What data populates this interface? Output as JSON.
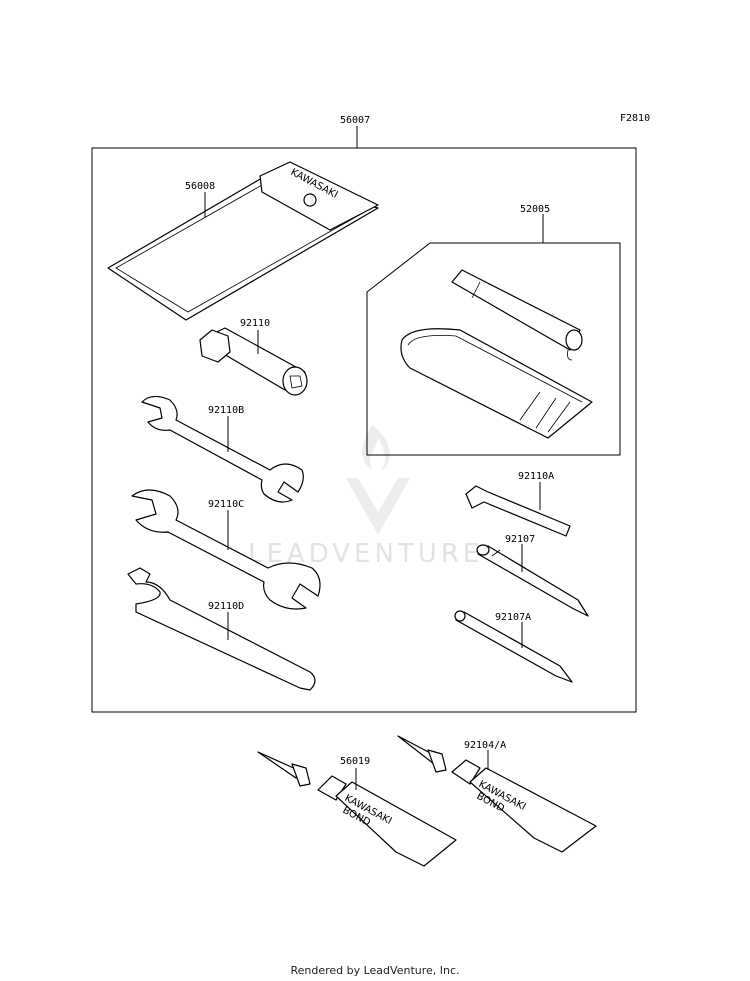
{
  "figure_code": "F2810",
  "parts": {
    "kit": "56007",
    "pouch": "56008",
    "pump_kit": "52005",
    "plug_wrench": "92110",
    "wrench_b": "92110B",
    "wrench_c": "92110C",
    "wrench_d": "92110D",
    "hex_key": "92110A",
    "screwdriver": "92107",
    "screwdriver_a": "92107A",
    "bond_1": "56019",
    "bond_2": "92104/A"
  },
  "branding": {
    "pouch_text": "KAWASAKI",
    "tube_brand": "KAWASAKI",
    "tube_label": "BOND"
  },
  "watermark": "LEADVENTURE",
  "footer": "Rendered by LeadVenture, Inc."
}
